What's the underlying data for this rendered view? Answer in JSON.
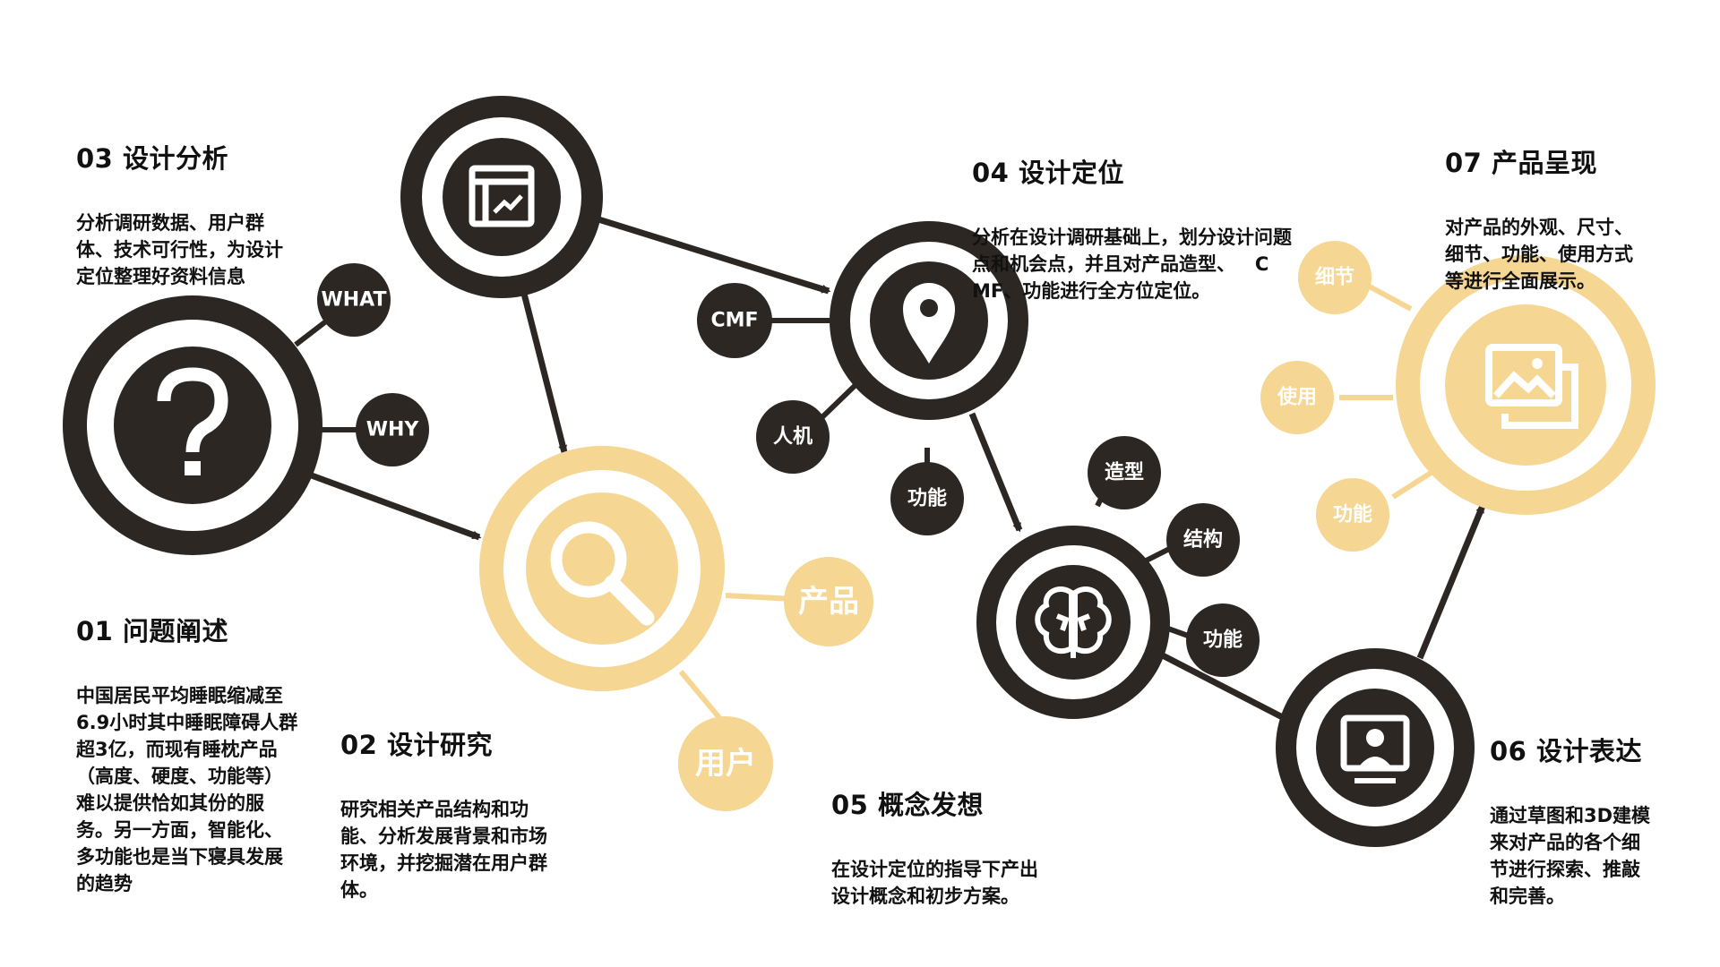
{
  "colors": {
    "dark": "#2d2724",
    "gold": "#f6d693",
    "white": "#ffffff",
    "text": "#111111"
  },
  "stages": [
    {
      "id": "01",
      "title": "01 问题阐述",
      "icon": "question-icon",
      "text": "中国居民平均睡眠缩减至\n6.9小时其中睡眠障碍人群\n超3亿，而现有睡枕产品\n（高度、硬度、功能等）\n难以提供恰如其份的服\n务。另一方面，智能化、\n多功能也是当下寝具发展\n的趋势"
    },
    {
      "id": "02",
      "title": "02 设计研究",
      "icon": "magnifier-icon",
      "text": "研究相关产品结构和功\n能、分析发展背景和市场\n环境，并挖掘潜在用户群\n体。"
    },
    {
      "id": "03",
      "title": "03 设计分析",
      "icon": "analytics-window-icon",
      "text": "分析调研数据、用户群\n体、技术可行性，为设计\n定位整理好资料信息"
    },
    {
      "id": "04",
      "title": "04 设计定位",
      "icon": "location-pin-icon",
      "text": "分析在设计调研基础上，划分设计问题\n点和机会点，并且对产品造型、   C\nMF、功能进行全方位定位。"
    },
    {
      "id": "05",
      "title": "05 概念发想",
      "icon": "brain-icon",
      "text": "在设计定位的指导下产出\n设计概念和初步方案。"
    },
    {
      "id": "06",
      "title": "06 设计表达",
      "icon": "presentation-screen-icon",
      "text": "通过草图和3D建模\n来对产品的各个细\n节进行探索、推敲\n和完善。"
    },
    {
      "id": "07",
      "title": "07 产品呈现",
      "icon": "image-gallery-icon",
      "text": "对产品的外观、尺寸、\n细节、功能、使用方式\n等进行全面展示。"
    }
  ],
  "tags": {
    "what": "WHAT",
    "why": "WHY",
    "product": "产品",
    "user": "用户",
    "cmf": "CMF",
    "ergonomics": "人机",
    "function_04": "功能",
    "shape": "造型",
    "structure": "结构",
    "function_05": "功能",
    "detail": "细节",
    "usage": "使用",
    "function_07": "功能"
  }
}
